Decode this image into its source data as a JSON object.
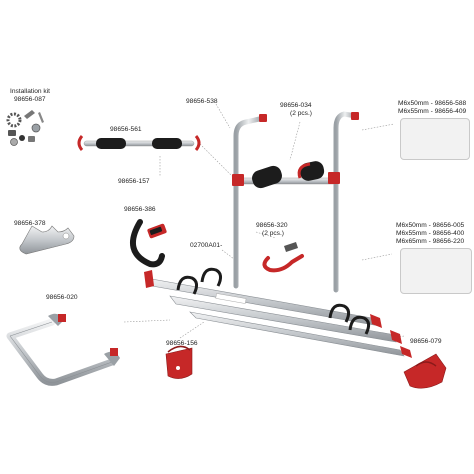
{
  "diagram": {
    "install_kit": {
      "title": "Installation kit",
      "code": "98656-087"
    },
    "parts": {
      "p538": "98656-538",
      "p034": "98656-034",
      "p034_qty": "(2 pcs.)",
      "p561": "98656-561",
      "p157": "98656-157",
      "p378": "98656-378",
      "p386": "98656-386",
      "p02700": "02700A01-",
      "p320": "98656-320",
      "p320_qty": "(2 pcs.)",
      "p020": "98656-020",
      "p156": "98656-156",
      "p079": "98656-079"
    },
    "screw_kit_top": [
      "M6x50mm - 98656-588",
      "M6x55mm - 98656-409"
    ],
    "screw_kit_bottom": [
      "M6x50mm - 98656-005",
      "M6x55mm - 98656-400",
      "M6x65mm - 98656-220"
    ],
    "colors": {
      "red": "#c62828",
      "aluminium": "#c9cdd1",
      "black": "#1c1c1c",
      "line": "#9a9a9a"
    }
  }
}
